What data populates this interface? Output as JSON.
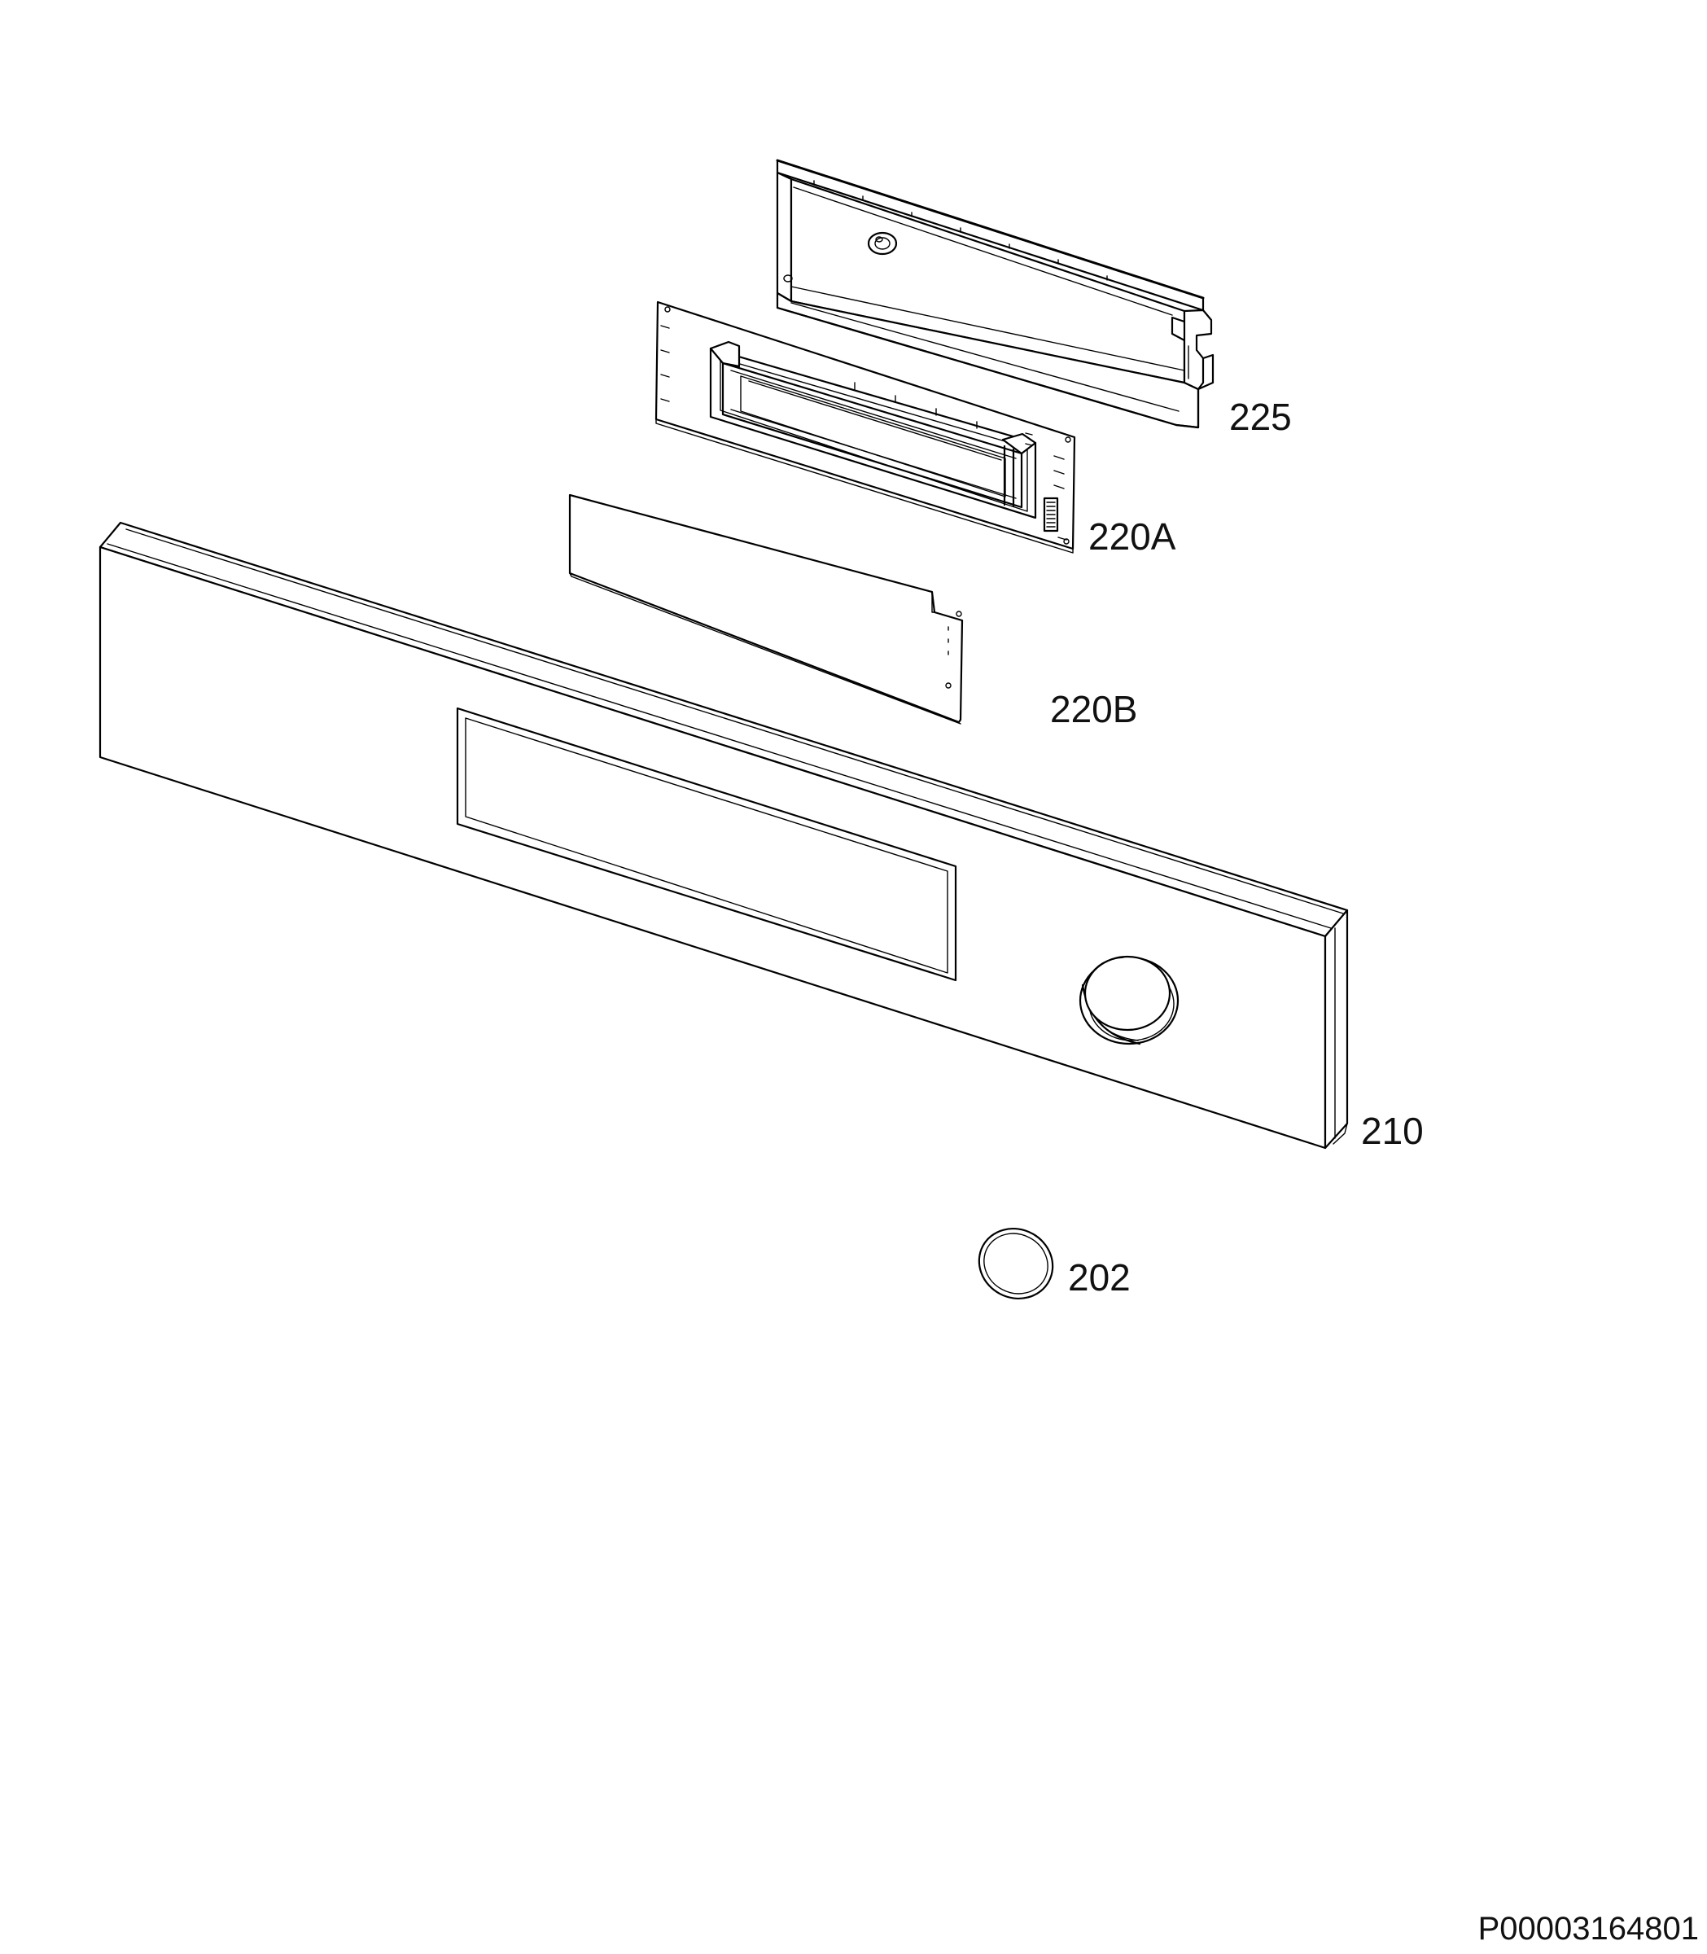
{
  "diagram": {
    "type": "exploded-parts-view",
    "document_id": "P00003164801",
    "parts": [
      {
        "id": "225",
        "label": "225"
      },
      {
        "id": "220A",
        "label": "220A"
      },
      {
        "id": "220B",
        "label": "220B"
      },
      {
        "id": "210",
        "label": "210"
      },
      {
        "id": "202",
        "label": "202"
      }
    ]
  }
}
